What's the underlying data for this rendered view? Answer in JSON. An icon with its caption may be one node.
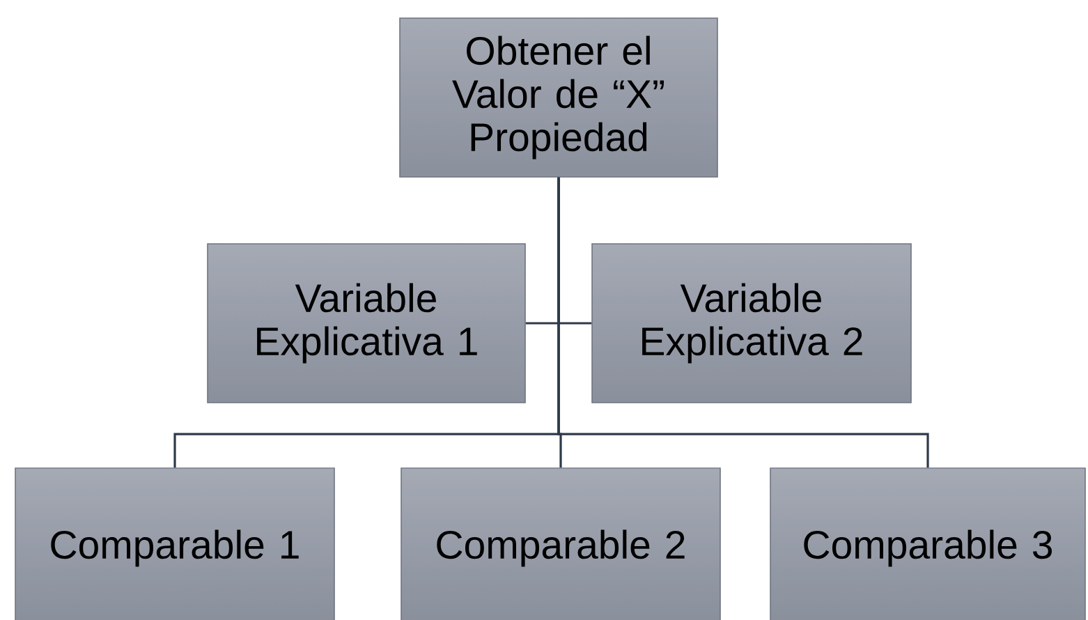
{
  "diagram": {
    "nodes": [
      {
        "text": [
          "Obtener el Valor de “X” Propiedad"
        ]
      },
      {
        "text": [
          "Variable Explicativa 1"
        ]
      },
      {
        "text": [
          "Variable Explicativa 2"
        ]
      },
      {
        "text": [
          "Comparable 1"
        ]
      },
      {
        "text": [
          "Comparable 2"
        ]
      },
      {
        "text": [
          "Comparable 3"
        ]
      }
    ],
    "edges": [
      {
        "from": 0,
        "to": 1,
        "arrow": "none"
      },
      {
        "from": 0,
        "to": 2,
        "arrow": "none"
      },
      {
        "from": 0,
        "to": 3,
        "arrow": "none"
      },
      {
        "from": 0,
        "to": 4,
        "arrow": "none"
      },
      {
        "from": 0,
        "to": 5,
        "arrow": "none"
      }
    ]
  }
}
